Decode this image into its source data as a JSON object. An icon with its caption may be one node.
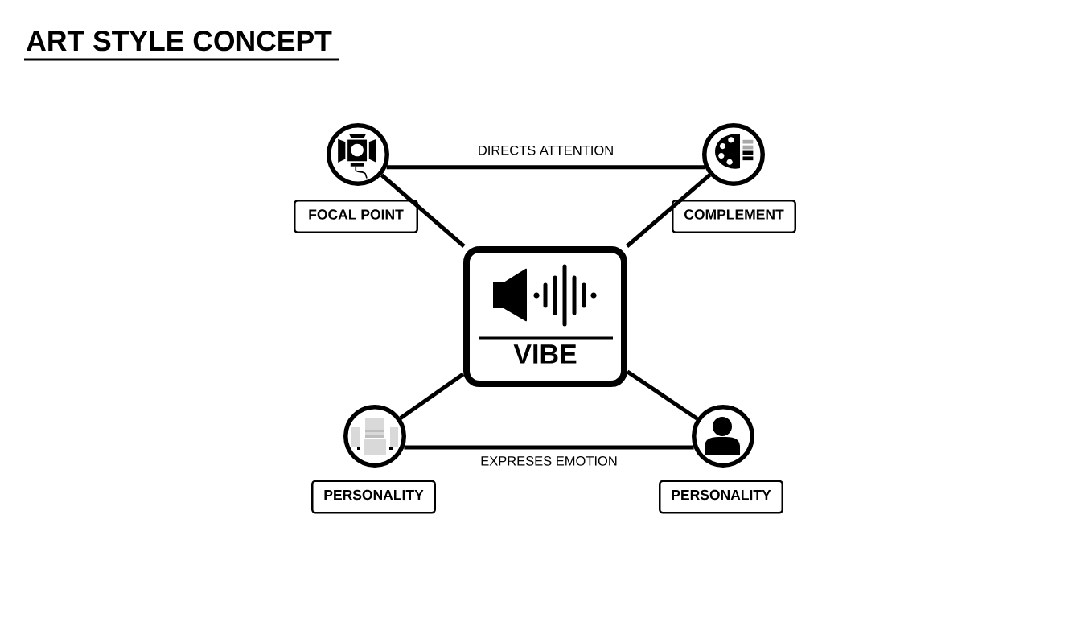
{
  "diagram": {
    "title": "ART STYLE CONCEPT",
    "nodes": [
      {
        "text": [],
        "shape": "circle"
      },
      {
        "text": [
          "FOCAL POINT"
        ]
      },
      {
        "text": [],
        "shape": "circle"
      },
      {
        "text": [
          "COMPLEMENT"
        ]
      },
      {
        "text": [
          "VIBE"
        ]
      },
      {
        "text": [],
        "shape": "circle"
      },
      {
        "text": [
          "PERSONALITY"
        ]
      },
      {
        "text": [],
        "shape": "circle"
      },
      {
        "text": [
          "PERSONALITY"
        ]
      }
    ],
    "edges": [
      {
        "from": 0,
        "to": 2,
        "arrow": "none",
        "label": "DIRECTS ATTENTION"
      },
      {
        "from": 0,
        "to": 4,
        "arrow": "none"
      },
      {
        "from": 2,
        "to": 4,
        "arrow": "none"
      },
      {
        "from": 5,
        "to": 4,
        "arrow": "none"
      },
      {
        "from": 7,
        "to": 4,
        "arrow": "none"
      },
      {
        "from": 5,
        "to": 7,
        "arrow": "none",
        "label": "EXPRESES EMOTION"
      }
    ]
  }
}
